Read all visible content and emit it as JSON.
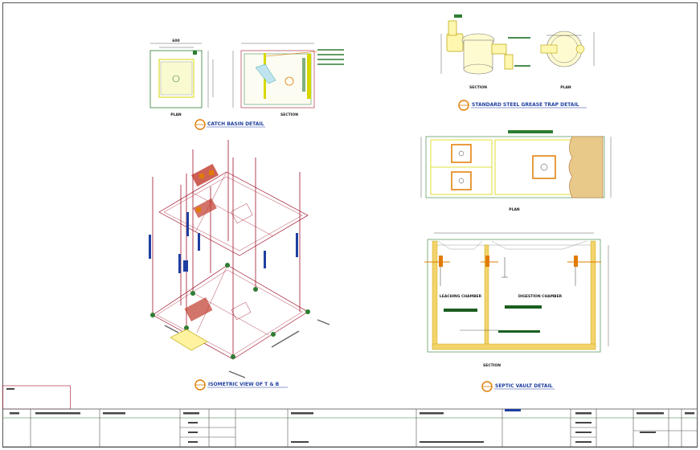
{
  "sheet": {
    "background": "#ffffff",
    "border_color": "#666666",
    "line_colors": {
      "red": "#a0142a",
      "blue": "#1f3fa0",
      "green": "#2e7d32",
      "orange": "#e07b00",
      "yellow": "#d7d700",
      "dark": "#333333"
    }
  },
  "drawings": {
    "catch_basin": {
      "plan_label": "PLAN",
      "section_label": "SECTION",
      "title": "CATCH BASIN DETAIL"
    },
    "grease_trap": {
      "section_label": "SECTION",
      "plan_label": "PLAN",
      "title": "STANDARD STEEL GREASE TRAP DETAIL"
    },
    "isometric": {
      "title": "ISOMETRIC VIEW OF T & B"
    },
    "septic_vault": {
      "plan_label": "PLAN",
      "section_label": "SECTION",
      "title": "SEPTIC VAULT DETAIL",
      "chamber_labels": [
        "LEACHING CHAMBER",
        "DIGESTION CHAMBER"
      ]
    }
  }
}
